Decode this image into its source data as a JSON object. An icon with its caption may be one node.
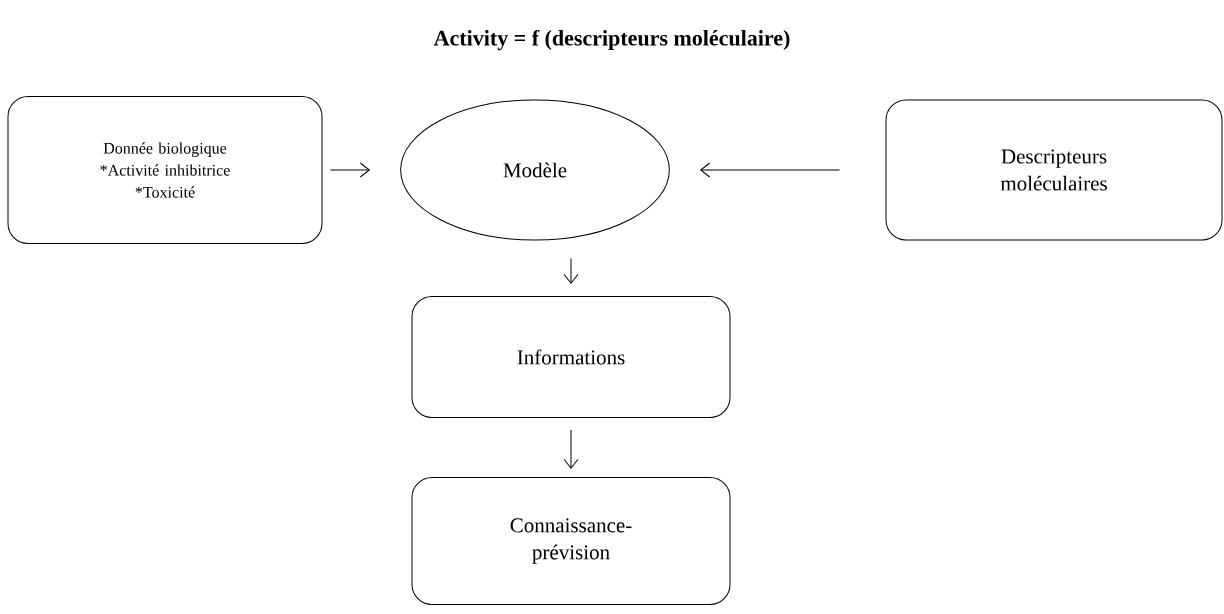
{
  "diagram": {
    "title": "Activity = f (descripteurs moléculaire)",
    "nodes": [
      {
        "text": [
          "Donnée biologique",
          "*Activité inhibitrice",
          "*Toxicité"
        ]
      },
      {
        "text": [
          "Modèle"
        ]
      },
      {
        "text": [
          "Descripteurs moléculaires"
        ]
      },
      {
        "text": [
          "Informations"
        ]
      },
      {
        "text": [
          "Connaissance-prévision"
        ]
      }
    ],
    "edges": [
      {
        "from": 0,
        "to": 1,
        "arrow": "to"
      },
      {
        "from": 2,
        "to": 1,
        "arrow": "to"
      },
      {
        "from": 1,
        "to": 3,
        "arrow": "to"
      },
      {
        "from": 3,
        "to": 4,
        "arrow": "to"
      }
    ]
  }
}
